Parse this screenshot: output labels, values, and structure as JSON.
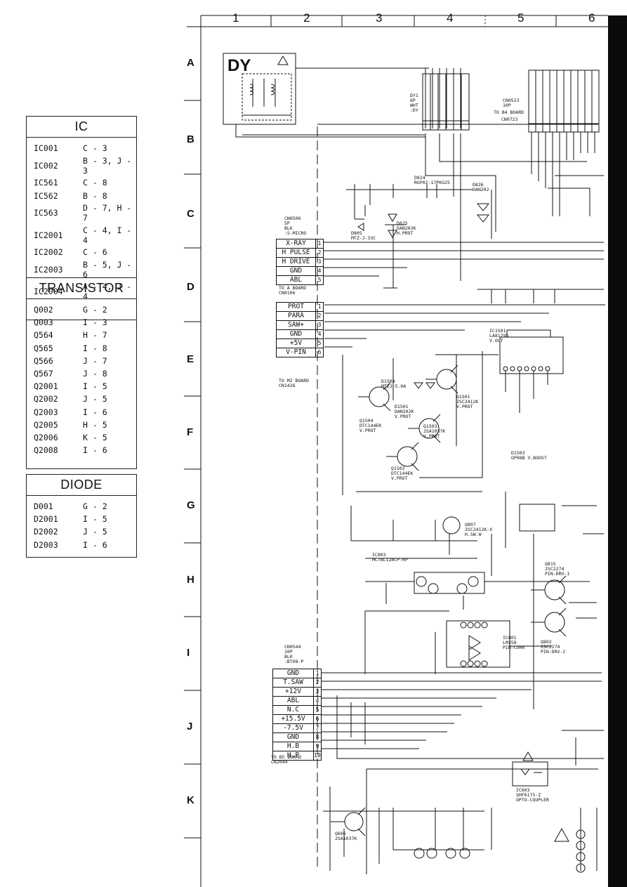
{
  "grid": {
    "columns": [
      "1",
      "2",
      "3",
      "4",
      "5",
      "6"
    ],
    "rows": [
      "A",
      "B",
      "C",
      "D",
      "E",
      "F",
      "G",
      "H",
      "I",
      "J",
      "K"
    ]
  },
  "legend_ic": {
    "title": "IC",
    "items": [
      {
        "ref": "IC001",
        "loc": "C - 3"
      },
      {
        "ref": "IC002",
        "loc": "B - 3, J - 3"
      },
      {
        "ref": "IC561",
        "loc": "C - 8"
      },
      {
        "ref": "IC562",
        "loc": "B - 8"
      },
      {
        "ref": "IC563",
        "loc": "D - 7, H - 7"
      },
      {
        "ref": "IC2001",
        "loc": "C - 4, I - 4"
      },
      {
        "ref": "IC2002",
        "loc": "C - 6"
      },
      {
        "ref": "IC2003",
        "loc": "B - 5, J - 6"
      },
      {
        "ref": "IC2004",
        "loc": "A - 4, J - 4"
      }
    ]
  },
  "legend_transistor": {
    "title": "TRANSISTOR",
    "items": [
      {
        "ref": "Q002",
        "loc": "G - 2"
      },
      {
        "ref": "Q003",
        "loc": "I - 3"
      },
      {
        "ref": "Q564",
        "loc": "H - 7"
      },
      {
        "ref": "Q565",
        "loc": "I - 8"
      },
      {
        "ref": "Q566",
        "loc": "J - 7"
      },
      {
        "ref": "Q567",
        "loc": "J - 8"
      },
      {
        "ref": "Q2001",
        "loc": "I - 5"
      },
      {
        "ref": "Q2002",
        "loc": "J - 5"
      },
      {
        "ref": "Q2003",
        "loc": "I - 6"
      },
      {
        "ref": "Q2005",
        "loc": "H - 5"
      },
      {
        "ref": "Q2006",
        "loc": "K - 5"
      },
      {
        "ref": "Q2008",
        "loc": "I - 6"
      }
    ]
  },
  "legend_diode": {
    "title": "DIODE",
    "items": [
      {
        "ref": "D001",
        "loc": "G - 2"
      },
      {
        "ref": "D2001",
        "loc": "I - 5"
      },
      {
        "ref": "D2002",
        "loc": "J - 5"
      },
      {
        "ref": "D2003",
        "loc": "I - 6"
      }
    ]
  },
  "dy": {
    "title": "DY"
  },
  "cn0506": {
    "header": "CN0506\n5P\nBLK\n:S-MICRO",
    "pins": [
      "X-RAY",
      "H PULSE",
      "H DRIVE",
      "GND",
      "ABL"
    ],
    "footer": "TO A BOARD\nCN0106"
  },
  "cn_m2": {
    "header": "",
    "pins": [
      "PROT",
      "PARA",
      "SAW+",
      "GND",
      "+5V",
      "V-PIN"
    ],
    "footer": "TO M2 BOARD\nCN1426"
  },
  "cn0544": {
    "header": "CN0544\n10P\nBLK\n:BT08-P",
    "pins": [
      "GND",
      "T.SAW",
      "+12V",
      "ABL",
      "N.C",
      "+15.5V",
      "-7.5V",
      "GND",
      "H.B",
      "H.P"
    ],
    "footer": "TO B5 BOARD\nCN2044"
  },
  "labels": {
    "dy1": "DY1\n6P\nWHT\n:DY",
    "cn0523": "CN0523\n10P",
    "to_b4": "TO B4 BOARD",
    "cn0723": "CN0723",
    "d805": "D805\nMTZ-J-33C",
    "d825": "D825\nDAN202K\nH.PROT",
    "d824": "D824\nRGP02-17PKG25",
    "d826": "D826\nDAN202",
    "ic1501": "IC1501\nLA81795\nV.OUT",
    "q1501": "Q1501\n2SC2412K\nV.PROT",
    "q1503": "Q1503\n2SA1037K\nV.PROT",
    "q1504": "Q1504\nDTC144EK\nV.PROT",
    "q1502": "Q1502\nDTC144EK\nV.PROT",
    "d1504": "D1504\nMTZJ-5.6A",
    "d1501": "D1501\nDAN202K\nV.PROT",
    "d1503": "D1503\nGP08B V.BOOST",
    "ic803": "IC803\nMC78L12ACP-RP",
    "q807": "Q807\n2SC2412K-X\nH.SW.W",
    "ic801": "IC801\nLM358\nPIN-CORR",
    "q802": "Q802\n2SC2274\nPIN-DRV-2",
    "ic603": "IC603\nSHF6175-Z\nOPTO-COUPLER",
    "q606": "Q606\n2SA1037K",
    "q815": "Q815\n2SC2274\nPIN-DRV-1"
  }
}
